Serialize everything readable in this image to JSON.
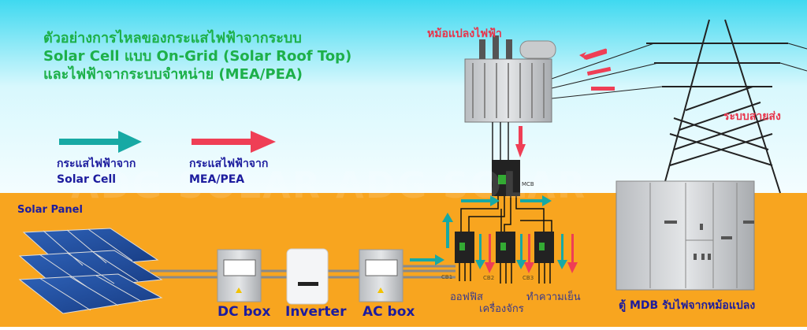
{
  "title": {
    "line1": "ตัวอย่างการไหลของกระแสไฟฟ้าจากระบบ",
    "line2": "Solar Cell แบบ On-Grid (Solar Roof Top)",
    "line3": "และไฟฟ้าจากระบบจำหน่าย (MEA/PEA)"
  },
  "legend": [
    {
      "label1": "กระแสไฟฟ้าจาก",
      "label2": "Solar Cell",
      "color": "#17a9a4"
    },
    {
      "label1": "กระแสไฟฟ้าจาก",
      "label2": "MEA/PEA",
      "color": "#ef3e55"
    }
  ],
  "watermark": "ADG SOLAR ADG SOLAR",
  "labels": {
    "transformer": "หม้อแปลงไฟฟ้า",
    "transmission": "ระบบสายส่ง",
    "solar_panel": "Solar Panel",
    "mcb": "MCB",
    "dc_box": "DC box",
    "inverter": "Inverter",
    "ac_box": "AC box",
    "mdb": "ตู้ MDB รับไฟจากหม้อแปลง",
    "cb1": "CB1",
    "cb2": "CB2",
    "cb3": "CB3",
    "load1": "ออฟฟิส",
    "load2": "เครื่องจักร",
    "load3": "ทำความเย็น"
  },
  "colors": {
    "sky_top": "#3fd9f0",
    "sky_bottom": "#eefcff",
    "ground": "#f8a51f",
    "title": "#1db04a",
    "label": "#1c1c9e",
    "accent_red": "#e8334a"
  }
}
